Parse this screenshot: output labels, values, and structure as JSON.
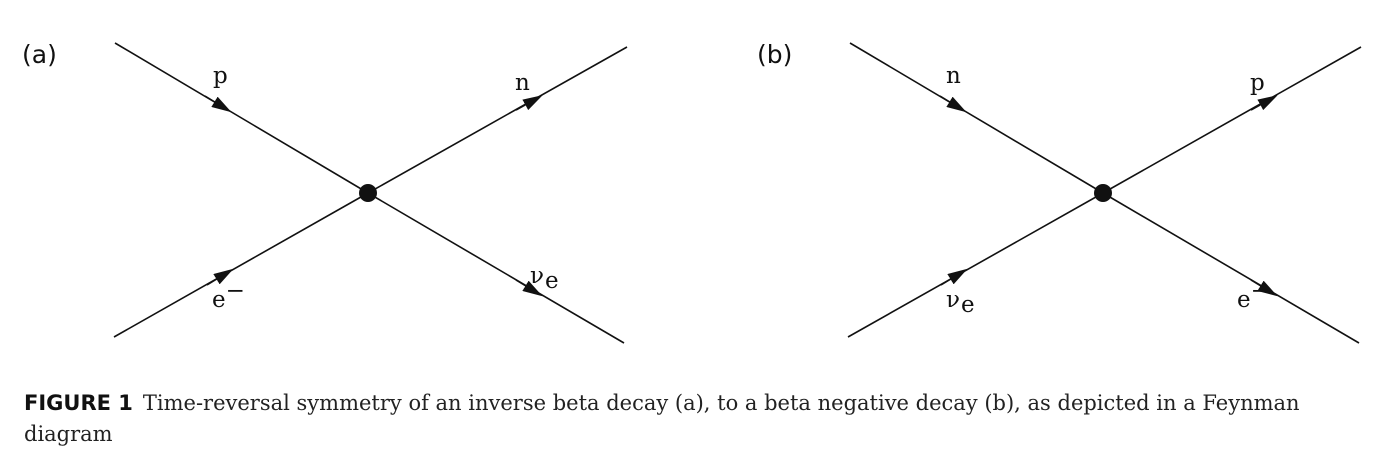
{
  "panels": [
    {
      "label": "(a)",
      "particles": {
        "upper_left": {
          "name": "p",
          "sub": ""
        },
        "upper_right": {
          "name": "n",
          "sub": ""
        },
        "lower_left": {
          "name": "e",
          "sup": "−"
        },
        "lower_right": {
          "name": "ν",
          "sub": "e"
        }
      }
    },
    {
      "label": "(b)",
      "particles": {
        "upper_left": {
          "name": "n",
          "sub": ""
        },
        "upper_right": {
          "name": "p",
          "sub": ""
        },
        "lower_left": {
          "name": "ν",
          "sub": "e"
        },
        "lower_right": {
          "name": "e",
          "sup": "−"
        }
      }
    }
  ],
  "caption": {
    "figure_number": "FIGURE 1",
    "text": "Time-reversal symmetry of an inverse beta decay (a), to a beta negative decay (b), as depicted in a Feynman diagram"
  },
  "colors": {
    "line": "#111111",
    "text": "#222222"
  }
}
